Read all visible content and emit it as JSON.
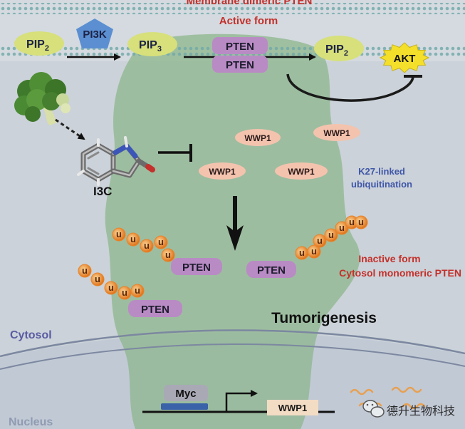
{
  "header": {
    "membrane_label": "Membrane dimeric PTEN",
    "active_form": "Active form"
  },
  "pathway": {
    "pip2_left": {
      "base": "PIP",
      "sub": "2"
    },
    "pi3k": "PI3K",
    "pip3": {
      "base": "PIP",
      "sub": "3"
    },
    "pten_dimer": [
      "PTEN",
      "PTEN"
    ],
    "pip2_right": {
      "base": "PIP",
      "sub": "2"
    },
    "akt": "AKT"
  },
  "compound": {
    "label": "I3C",
    "source_icon": "broccoli-icon"
  },
  "wwp1": [
    "WWP1",
    "WWP1",
    "WWP1",
    "WWP1"
  ],
  "ubiquitination": [
    "K27-linked",
    "ubiquitination"
  ],
  "ubiquitin_label": "u",
  "inactive_pten": [
    "PTEN",
    "PTEN",
    "PTEN"
  ],
  "inactive_label": [
    "Inactive form",
    "Cytosol monomeric PTEN"
  ],
  "outcome": "Tumorigenesis",
  "compartments": {
    "cytosol": "Cytosol",
    "nucleus": "Nucleus"
  },
  "gene": {
    "regulator": "Myc",
    "target": "WWP1"
  },
  "watermark": {
    "text": "德升生物科技",
    "icon": "wechat-icon"
  },
  "colors": {
    "red_label": "#c4302b",
    "pip": "#d7e07a",
    "pi3k": "#5b8fd2",
    "pten": "#b98bc4",
    "akt": "#f4e02a",
    "wwp1": "#f4c3ae",
    "annotation_blue": "#3f56a8",
    "ubiquitin": "#e8842a",
    "myc": "#a9a9b6",
    "myc_site": "#3a62a8",
    "wwp1_gene": "#f3dcc4",
    "cytosol_text": "#5a5ca2",
    "membrane": "#6fa8a8",
    "cell": "#90b78f"
  }
}
